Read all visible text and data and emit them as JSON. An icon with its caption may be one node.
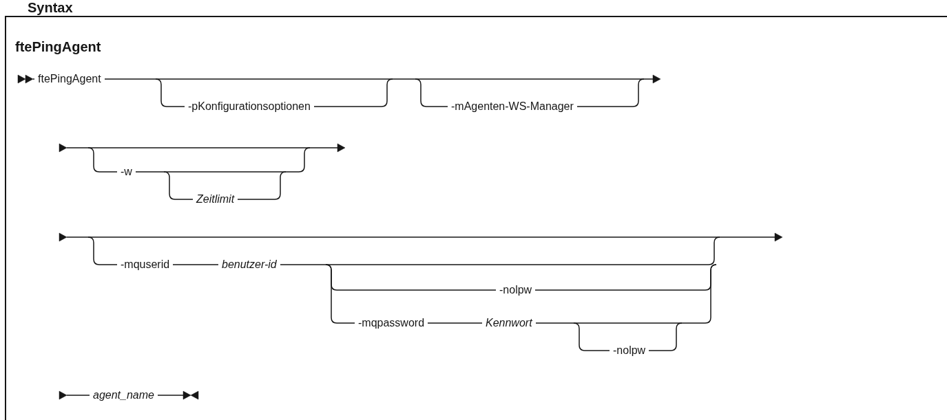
{
  "diagram": {
    "title": "Syntax",
    "labels": [
      "ftePingAgent",
      "ftePingAgent",
      "-pKonfigurationsoptionen",
      "-mAgenten-WS-Manager",
      "-w",
      "Zeitlimit",
      "-mquserid",
      "benutzer-id",
      "-nolpw",
      "-mqpassword",
      "Kennwort",
      "-nolpw",
      "agent_name"
    ]
  }
}
